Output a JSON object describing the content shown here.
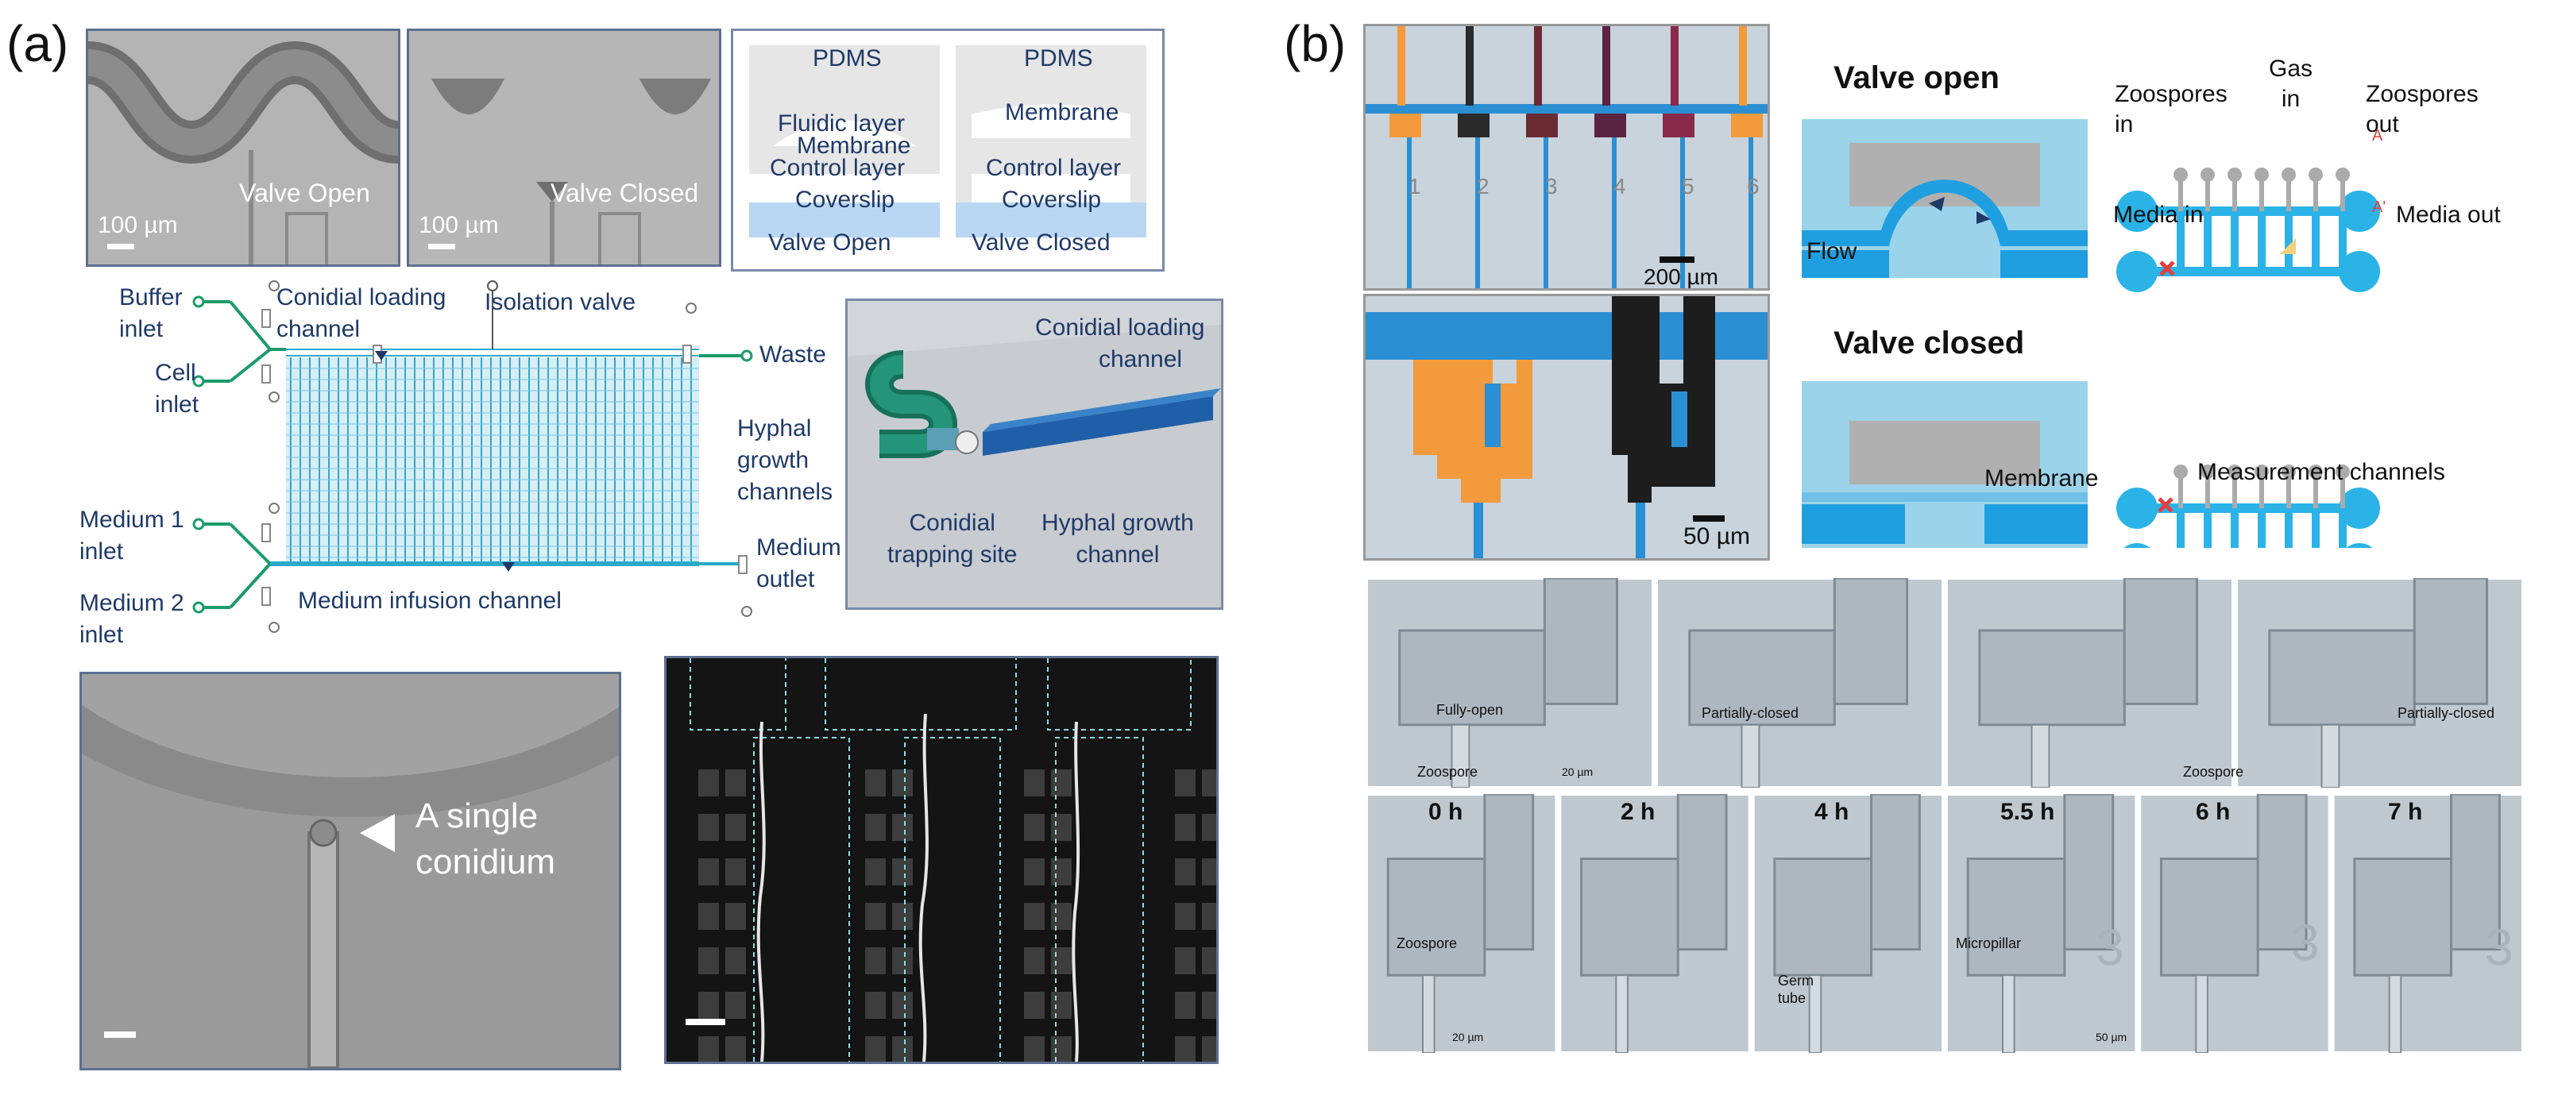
{
  "panel_labels": {
    "a": "(a)",
    "b": "(b)"
  },
  "a": {
    "micrographs": {
      "left_label": "Valve Open",
      "right_label": "Valve Closed",
      "scale": "100 µm"
    },
    "cross_section": {
      "open": {
        "pdms": "PDMS",
        "fluidic": "Fluidic layer",
        "membrane": "Membrane",
        "control": "Control layer",
        "coverslip": "Coverslip",
        "caption": "Valve Open"
      },
      "closed": {
        "pdms": "PDMS",
        "membrane": "Membrane",
        "control": "Control layer",
        "coverslip": "Coverslip",
        "caption": "Valve Closed"
      }
    },
    "schematic": {
      "buffer_inlet": [
        "Buffer",
        "inlet"
      ],
      "cell_inlet": [
        "Cell",
        "inlet"
      ],
      "medium1_inlet": [
        "Medium 1",
        "inlet"
      ],
      "medium2_inlet": [
        "Medium 2",
        "inlet"
      ],
      "conidial_loading": [
        "Conidial loading",
        "channel"
      ],
      "isolation_valve": "Isolation valve",
      "waste": "Waste",
      "hyphal_growth": [
        "Hyphal",
        "growth",
        "channels"
      ],
      "medium_outlet": [
        "Medium",
        "outlet"
      ],
      "medium_infusion": "Medium infusion channel"
    },
    "render3d": {
      "conidial_loading": [
        "Conidial loading",
        "channel"
      ],
      "trapping": [
        "Conidial",
        "trapping site"
      ],
      "hyphal": [
        "Hyphal growth",
        "channel"
      ]
    },
    "single_conidium": [
      "A single",
      "conidium"
    ]
  },
  "b": {
    "valve_array_scale": "200 µm",
    "zoom_scale": "50 µm",
    "valve_open_title": "Valve open",
    "valve_closed_title": "Valve closed",
    "flow": "Flow",
    "membrane": "Membrane",
    "device": {
      "zoospores_in": [
        "Zoospores",
        "in"
      ],
      "gas_in": [
        "Gas",
        "in"
      ],
      "zoospores_out": [
        "Zoospores",
        "out"
      ],
      "media_in": "Media in",
      "media_out": "Media out",
      "a_mark": "A",
      "a_prime": "A'",
      "measurement": "Measurement channels"
    },
    "valve_numbers": [
      "1",
      "2",
      "3",
      "4",
      "5",
      "6"
    ],
    "row1": {
      "fully_open": "Fully-open",
      "partially_closed": "Partially-closed",
      "zoospore": "Zoospore",
      "scale": "20 µm"
    },
    "row2": {
      "times": [
        "0 h",
        "2 h",
        "4 h",
        "5.5 h",
        "6 h",
        "7 h"
      ],
      "zoospore": "Zoospore",
      "germ_tube": [
        "Germ",
        "tube"
      ],
      "micropillar": "Micropillar",
      "scale1": "20 µm",
      "scale2": "50 µm",
      "digit": "3"
    }
  }
}
